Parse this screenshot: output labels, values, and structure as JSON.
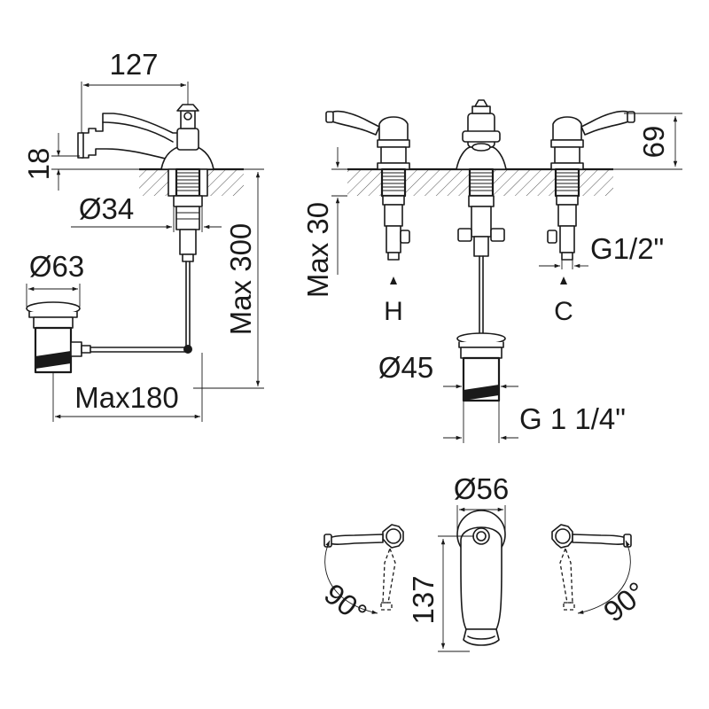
{
  "labels": {
    "spout_reach": "127",
    "spout_height": "18",
    "deck_hole_dia": "Ø34",
    "waste_head_dia": "Ø63",
    "max_length": "Max 300",
    "max_reach": "Max180",
    "spout_height_3hole": "69",
    "max_deck_thickness": "Max 30",
    "hot": "H",
    "cold": "C",
    "connection": "G1/2\"",
    "waste_dia": "Ø45",
    "waste_thread": "G 1 1/4\"",
    "base_dia": "Ø56",
    "spout_length": "137",
    "rotation_left": "90°",
    "rotation_right": "90°"
  }
}
